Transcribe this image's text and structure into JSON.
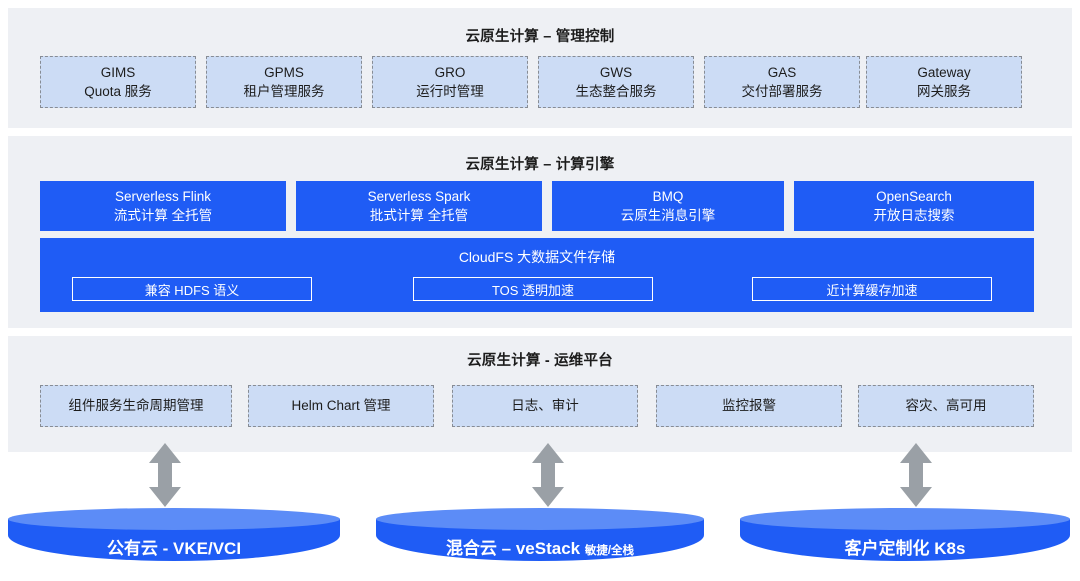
{
  "diagram": {
    "colors": {
      "panel_bg": "#eef0f4",
      "dashed_box_fill": "#ccdcf5",
      "dashed_box_border": "#878c94",
      "primary_blue": "#1f5cf5",
      "cylinder_top": "#5c8cf7",
      "arrow_gray": "#9aa0a6",
      "text_dark": "#1c1c1c",
      "text_light": "#ffffff"
    },
    "sections": [
      {
        "id": "management-control",
        "title": "云原生计算 – 管理控制",
        "boxes": [
          {
            "line1": "GIMS",
            "line2": "Quota 服务"
          },
          {
            "line1": "GPMS",
            "line2": "租户管理服务"
          },
          {
            "line1": "GRO",
            "line2": "运行时管理"
          },
          {
            "line1": "GWS",
            "line2": "生态整合服务"
          },
          {
            "line1": "GAS",
            "line2": "交付部署服务"
          },
          {
            "line1": "Gateway",
            "line2": "网关服务"
          }
        ]
      },
      {
        "id": "compute-engine",
        "title": "云原生计算 – 计算引擎",
        "engines": [
          {
            "line1": "Serverless Flink",
            "line2": "流式计算 全托管"
          },
          {
            "line1": "Serverless Spark",
            "line2": "批式计算 全托管"
          },
          {
            "line1": "BMQ",
            "line2": "云原生消息引擎"
          },
          {
            "line1": "OpenSearch",
            "line2": "开放日志搜索"
          }
        ],
        "storage": {
          "title": "CloudFS 大数据文件存储",
          "chips": [
            "兼容 HDFS 语义",
            "TOS 透明加速",
            "近计算缓存加速"
          ]
        }
      },
      {
        "id": "ops-platform",
        "title": "云原生计算 - 运维平台",
        "boxes": [
          {
            "line1": "组件服务生命周期管理"
          },
          {
            "line1": "Helm Chart 管理"
          },
          {
            "line1": "日志、审计"
          },
          {
            "line1": "监控报警"
          },
          {
            "line1": "容灾、高可用"
          }
        ]
      }
    ],
    "connectors": [
      {
        "name": "double-arrow-left"
      },
      {
        "name": "double-arrow-center"
      },
      {
        "name": "double-arrow-right"
      }
    ],
    "platforms": [
      {
        "main": "公有云 - VKE/VCI",
        "sub": ""
      },
      {
        "main": "混合云 – veStack",
        "sub": "敏捷/全栈"
      },
      {
        "main": "客户定制化 K8s",
        "sub": ""
      }
    ]
  }
}
